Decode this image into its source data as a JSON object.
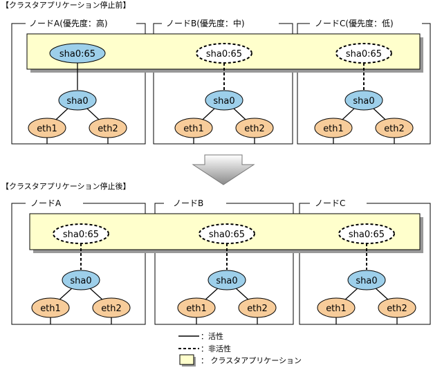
{
  "before": {
    "title": "【クラスタアプリケーション停止前】",
    "nodes": [
      {
        "label": "ノードA(優先度：高)",
        "virtual_if": "sha0:65",
        "virtual_state": "active",
        "bond": "sha0",
        "nics": [
          "eth1",
          "eth2"
        ]
      },
      {
        "label": "ノードB(優先度：中)",
        "virtual_if": "sha0:65",
        "virtual_state": "inactive",
        "bond": "sha0",
        "nics": [
          "eth1",
          "eth2"
        ]
      },
      {
        "label": "ノードC(優先度：低)",
        "virtual_if": "sha0:65",
        "virtual_state": "inactive",
        "bond": "sha0",
        "nics": [
          "eth1",
          "eth2"
        ]
      }
    ]
  },
  "after": {
    "title": "【クラスタアプリケーション停止後】",
    "nodes": [
      {
        "label": "ノードA",
        "virtual_if": "sha0:65",
        "virtual_state": "inactive",
        "bond": "sha0",
        "nics": [
          "eth1",
          "eth2"
        ]
      },
      {
        "label": "ノードB",
        "virtual_if": "sha0:65",
        "virtual_state": "inactive",
        "bond": "sha0",
        "nics": [
          "eth1",
          "eth2"
        ]
      },
      {
        "label": "ノードC",
        "virtual_if": "sha0:65",
        "virtual_state": "inactive",
        "bond": "sha0",
        "nics": [
          "eth1",
          "eth2"
        ]
      }
    ]
  },
  "legend": {
    "active": "：活性",
    "inactive": "：非活性",
    "app": "： クラスタアプリケーション"
  },
  "colors": {
    "app_fill": "#ffffcc",
    "active_fill": "#9dcfea",
    "sha0_fill": "#9dcfea",
    "nic_fill": "#f7cc9a",
    "shadow": "#999999"
  }
}
